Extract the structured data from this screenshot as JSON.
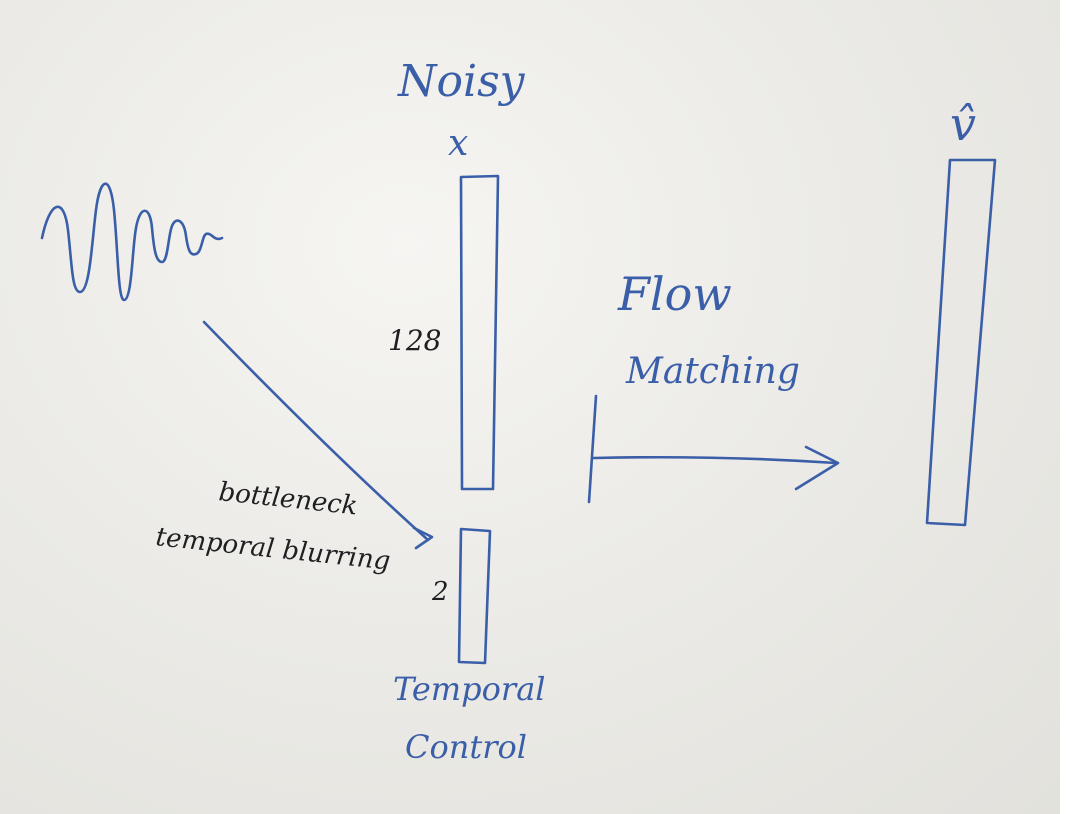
{
  "labels": {
    "noisy": "Noisy",
    "x": "x",
    "v_hat": "v̂",
    "dim_128": "128",
    "flow": "Flow",
    "matching": "Matching",
    "bottleneck": "bottleneck",
    "temporal_blurring": "temporal blurring",
    "dim_2": "2",
    "temporal": "Temporal",
    "control": "Control"
  },
  "colors": {
    "marker_blue": "#3a5fa8",
    "marker_black": "#1f1f22",
    "board": "#ecebe7"
  }
}
